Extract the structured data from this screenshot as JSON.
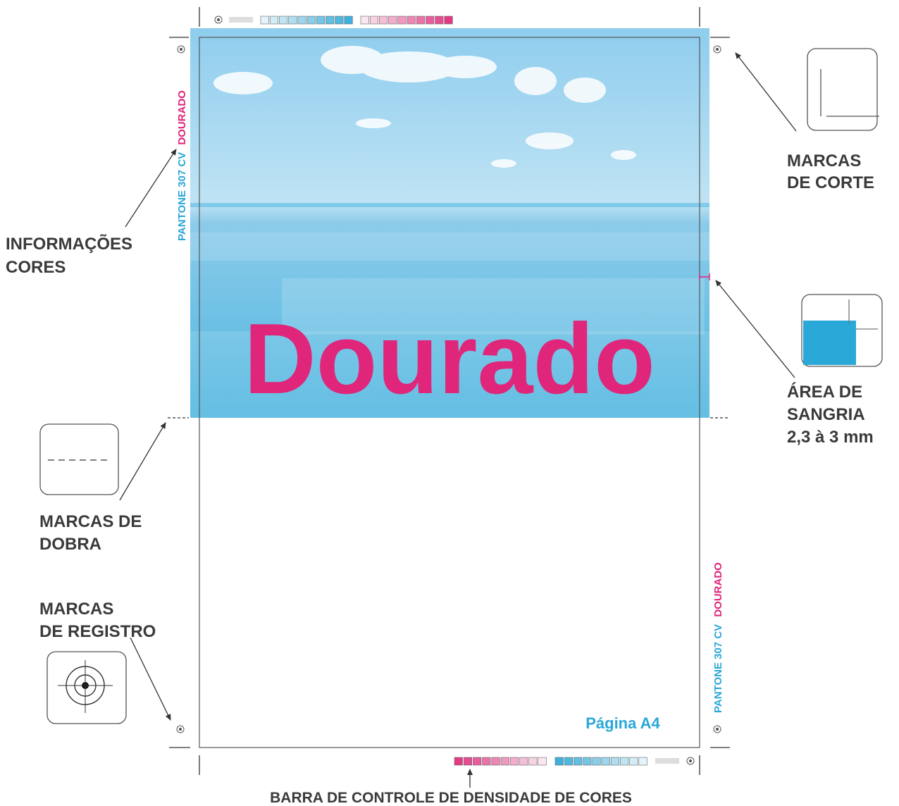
{
  "page": {
    "headline": "Dourado",
    "footer_label": "Página A4",
    "color_info": {
      "pantone": "PANTONE 307 CV",
      "spot": "DOURADO"
    }
  },
  "labels": {
    "color_info": [
      "INFORMAÇÕES",
      "CORES"
    ],
    "cut_marks": [
      "MARCAS",
      "DE CORTE"
    ],
    "bleed": [
      "ÁREA DE",
      "SANGRIA",
      "2,3 à 3 mm"
    ],
    "fold_marks": [
      "MARCAS DE",
      "DOBRA"
    ],
    "registration_marks": [
      "MARCAS",
      "DE REGISTRO"
    ],
    "density_bar": "BARRA DE CONTROLE DE DENSIDADE DE CORES"
  },
  "colors": {
    "magenta": "#e0267a",
    "cyan": "#2aa8d8",
    "photo_sky": "#9fd4ee",
    "photo_field": "#5dbde3",
    "label_gray": "#3a3a3a"
  },
  "icons": {
    "cut_marks": "crop-corner-icon",
    "bleed": "bleed-area-icon",
    "fold_marks": "fold-line-icon",
    "registration_marks": "registration-target-icon"
  }
}
